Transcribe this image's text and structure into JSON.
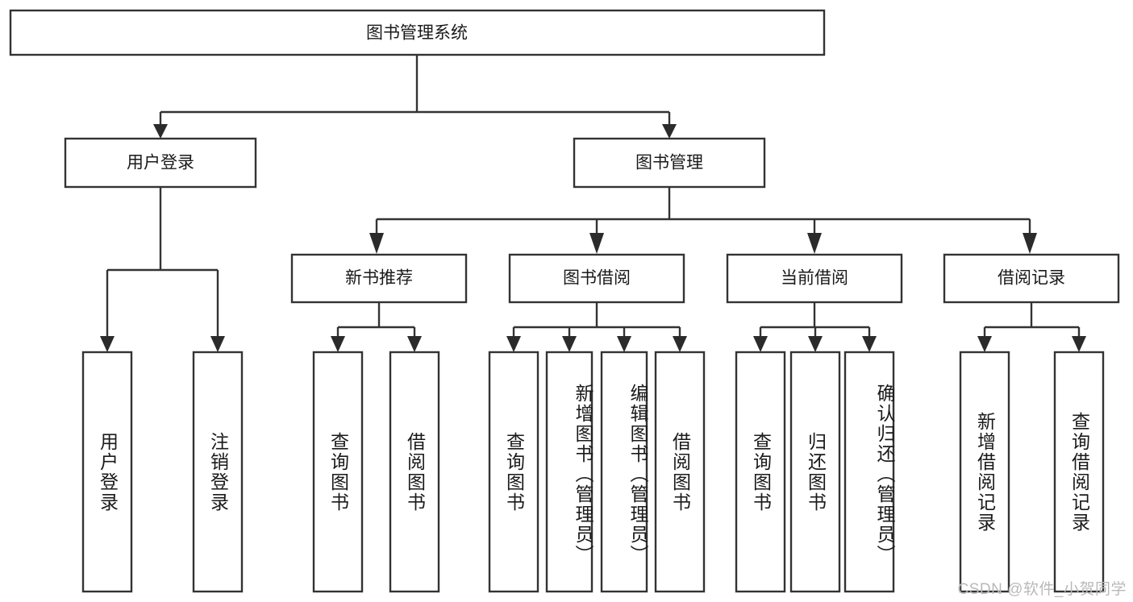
{
  "diagram": {
    "title_node": {
      "label": "图书管理系统"
    },
    "level1": [
      {
        "id": "user-login",
        "label": "用户登录"
      },
      {
        "id": "book-management",
        "label": "图书管理"
      }
    ],
    "level2": [
      {
        "id": "new-book-recommend",
        "label": "新书推荐"
      },
      {
        "id": "book-borrow",
        "label": "图书借阅"
      },
      {
        "id": "current-borrow",
        "label": "当前借阅"
      },
      {
        "id": "borrow-record",
        "label": "借阅记录"
      }
    ],
    "leaves": [
      {
        "id": "leaf-user-login",
        "label": "用户登录",
        "group": "user-login"
      },
      {
        "id": "leaf-logout-login",
        "label": "注销登录",
        "group": "user-login"
      },
      {
        "id": "leaf-query-book-1",
        "label": "查询图书",
        "group": "new-book-recommend"
      },
      {
        "id": "leaf-borrow-book-1",
        "label": "借阅图书",
        "group": "new-book-recommend"
      },
      {
        "id": "leaf-query-book-2",
        "label": "查询图书",
        "group": "book-borrow"
      },
      {
        "id": "leaf-add-book",
        "label": "新增图书（管理员）",
        "group": "book-borrow"
      },
      {
        "id": "leaf-edit-book",
        "label": "编辑图书（管理员）",
        "group": "book-borrow"
      },
      {
        "id": "leaf-borrow-book-2",
        "label": "借阅图书",
        "group": "book-borrow"
      },
      {
        "id": "leaf-query-book-3",
        "label": "查询图书",
        "group": "current-borrow"
      },
      {
        "id": "leaf-return-book",
        "label": "归还图书",
        "group": "current-borrow"
      },
      {
        "id": "leaf-confirm-return",
        "label": "确认归还（管理员）",
        "group": "current-borrow"
      },
      {
        "id": "leaf-add-borrow-record",
        "label": "新增借阅记录",
        "group": "borrow-record"
      },
      {
        "id": "leaf-query-borrow-record",
        "label": "查询借阅记录",
        "group": "borrow-record"
      }
    ]
  },
  "watermark": {
    "text": "CSDN @软件_小贺同学"
  },
  "colors": {
    "box_stroke": "#333333",
    "box_fill": "#ffffff",
    "text": "#1a1a1a",
    "watermark": "#b9b9b9",
    "background": "#ffffff"
  }
}
